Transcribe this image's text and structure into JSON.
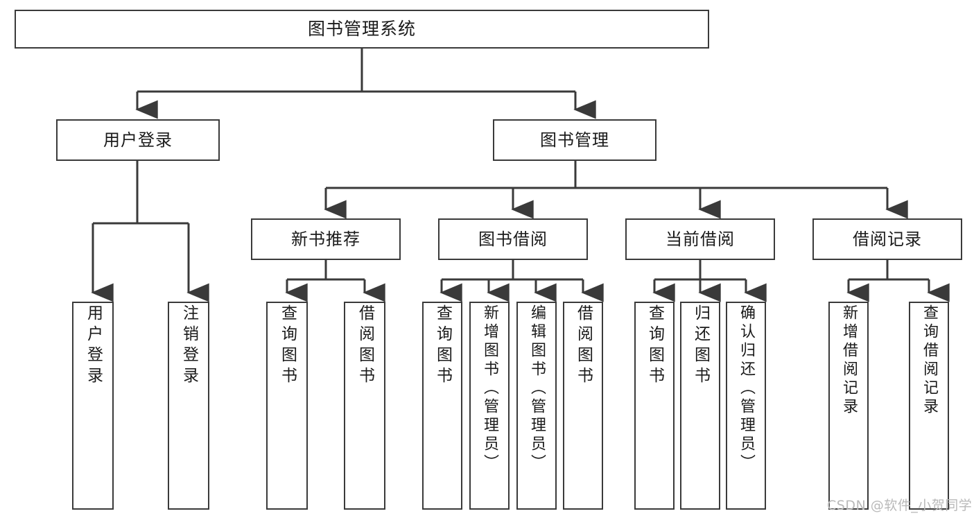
{
  "diagram": {
    "type": "tree",
    "title": "图书管理系统",
    "watermark": "CSDN @软件_小贺同学",
    "colors": {
      "box_border": "#3a3a3a",
      "box_fill": "#ffffff",
      "connector": "#3a3a3a",
      "text": "#1a1a1a",
      "watermark": "#b9b9b9",
      "background": "#ffffff"
    },
    "nodes": {
      "root": {
        "label": "图书管理系统"
      },
      "level2": [
        {
          "id": "user-login",
          "label": "用户登录"
        },
        {
          "id": "book-manage",
          "label": "图书管理"
        }
      ],
      "level3": [
        {
          "id": "new-book-recommend",
          "label": "新书推荐"
        },
        {
          "id": "book-borrow",
          "label": "图书借阅"
        },
        {
          "id": "current-borrow",
          "label": "当前借阅"
        },
        {
          "id": "borrow-record",
          "label": "借阅记录"
        }
      ],
      "leaves": {
        "user-login": [
          {
            "id": "leaf-user-login",
            "label": "用户登录"
          },
          {
            "id": "leaf-logout",
            "label": "注销登录"
          }
        ],
        "new-book-recommend": [
          {
            "id": "leaf-query-book-1",
            "label": "查询图书"
          },
          {
            "id": "leaf-borrow-book-1",
            "label": "借阅图书"
          }
        ],
        "book-borrow": [
          {
            "id": "leaf-query-book-2",
            "label": "查询图书"
          },
          {
            "id": "leaf-add-book",
            "label": "新增图书（管理员）"
          },
          {
            "id": "leaf-edit-book",
            "label": "编辑图书（管理员）"
          },
          {
            "id": "leaf-borrow-book-2",
            "label": "借阅图书"
          }
        ],
        "current-borrow": [
          {
            "id": "leaf-query-book-3",
            "label": "查询图书"
          },
          {
            "id": "leaf-return-book",
            "label": "归还图书"
          },
          {
            "id": "leaf-confirm-return",
            "label": "确认归还（管理员）"
          }
        ],
        "borrow-record": [
          {
            "id": "leaf-add-record",
            "label": "新增借阅记录"
          },
          {
            "id": "leaf-query-record",
            "label": "查询借阅记录"
          }
        ]
      }
    }
  }
}
